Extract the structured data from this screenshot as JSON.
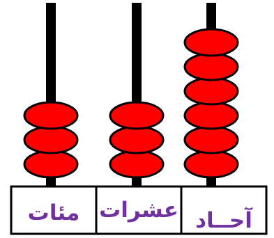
{
  "colors": {
    "bead": "#ff0000",
    "bead_outline": "#000000",
    "rod": "#000000",
    "label_text": "#7030a0",
    "box_border": "#000000",
    "background": "#ffffff"
  },
  "columns": [
    {
      "label": "مئات",
      "beads": 3
    },
    {
      "label": "عشرات",
      "beads": 3
    },
    {
      "label": "آحــاد",
      "beads": 6
    }
  ]
}
